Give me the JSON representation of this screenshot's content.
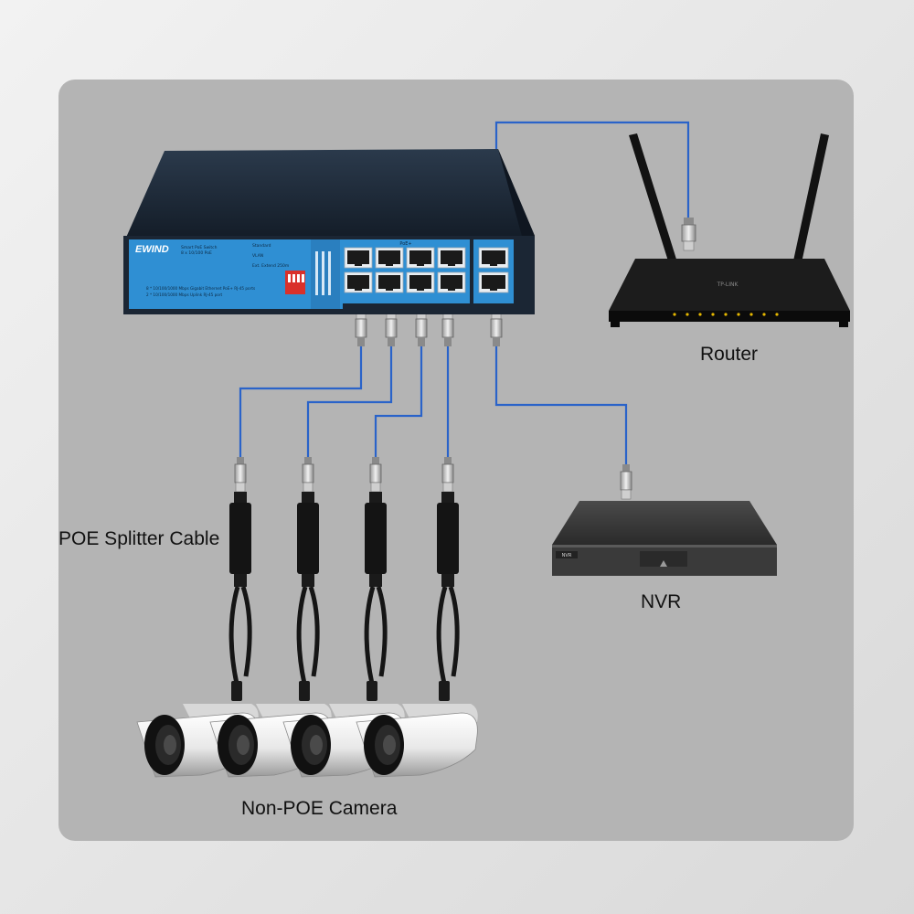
{
  "switch": {
    "brand": "EWIND",
    "model_line1": "Smart PoE Switch",
    "model_line2": "8 x 10/100 PoE",
    "spec_line1": "8 * 10/100/1000 Mbps Gigabit Ethernet PoE+ RJ-45 ports",
    "spec_line2": "2 * 10/100/1000 Mbps Uplink RJ-45 port",
    "poe_header": "PoE+",
    "mode_line1": "Standard",
    "mode_line2": "VLAN",
    "mode_line3": "Ext. Extend 250m"
  },
  "router": {
    "label": "Router",
    "brand": "TP-LINK"
  },
  "nvr": {
    "label": "NVR",
    "badge": "NVR"
  },
  "splitter": {
    "label": "POE Splitter Cable"
  },
  "camera": {
    "label": "Non-POE Camera"
  },
  "colors": {
    "cable": "#2a63c9",
    "switch_body": "#1e2b3a",
    "switch_panel": "#2f8fd3",
    "card": "#b4b4b4",
    "background": "#e6e6e6"
  }
}
